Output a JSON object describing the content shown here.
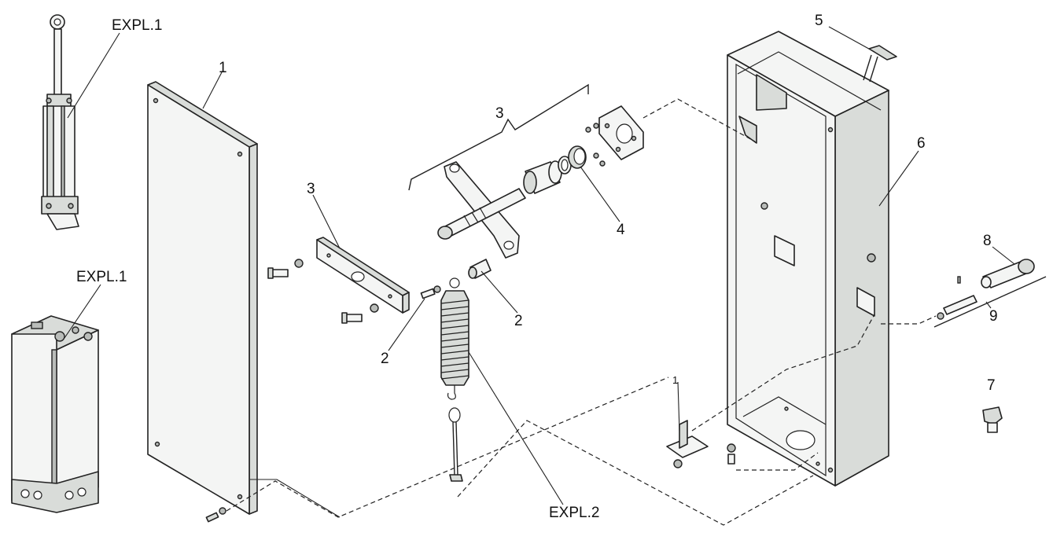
{
  "labels": {
    "expl1_cylinder": "EXPL.1",
    "expl1_box": "EXPL.1",
    "expl2": "EXPL.2",
    "p1": "1",
    "p2a": "2",
    "p2b": "2",
    "p3a": "3",
    "p3b": "3",
    "p4": "4",
    "p5": "5",
    "p6": "6",
    "p7": "7",
    "p8": "8",
    "p9": "9",
    "p_small": "1"
  }
}
